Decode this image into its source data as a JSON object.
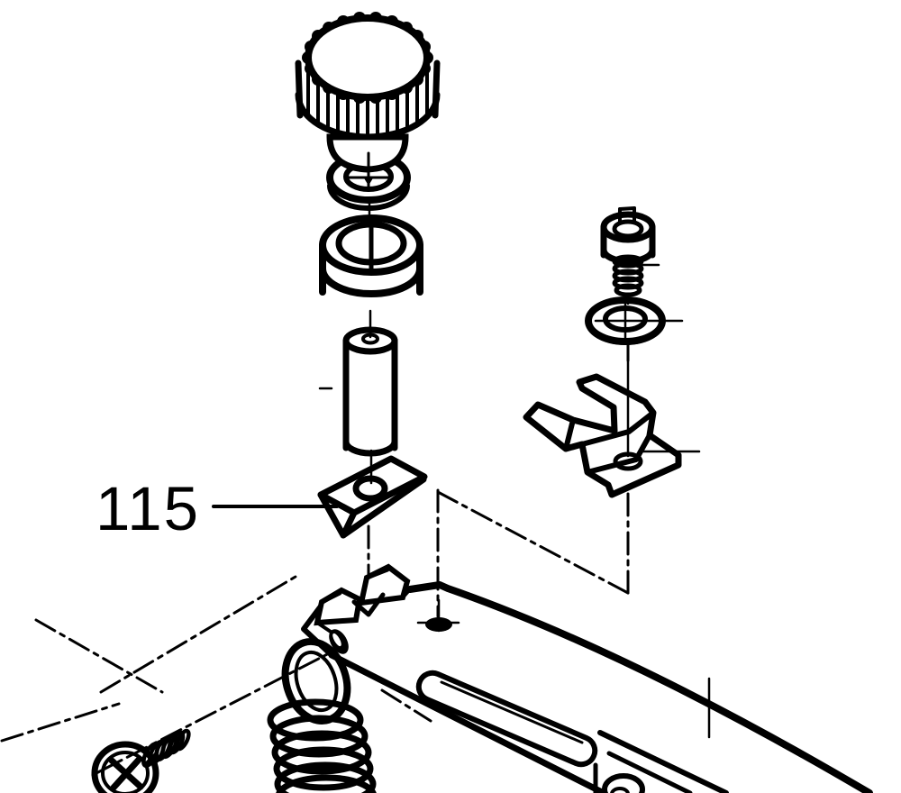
{
  "diagram": {
    "type": "exploded-parts-diagram",
    "background": "#ffffff",
    "ink_color": "#000000",
    "callout": {
      "part_number": "115"
    },
    "parts": [
      {
        "id": "knurled-adjusting-knob"
      },
      {
        "id": "knob-washer"
      },
      {
        "id": "bushing"
      },
      {
        "id": "pivot-pin"
      },
      {
        "id": "tension-wedge",
        "callout": "115"
      },
      {
        "id": "socket-head-screw"
      },
      {
        "id": "flat-washer"
      },
      {
        "id": "clamp-bracket"
      },
      {
        "id": "arm-assembly"
      },
      {
        "id": "coil-spring"
      },
      {
        "id": "phillips-screw"
      }
    ]
  }
}
